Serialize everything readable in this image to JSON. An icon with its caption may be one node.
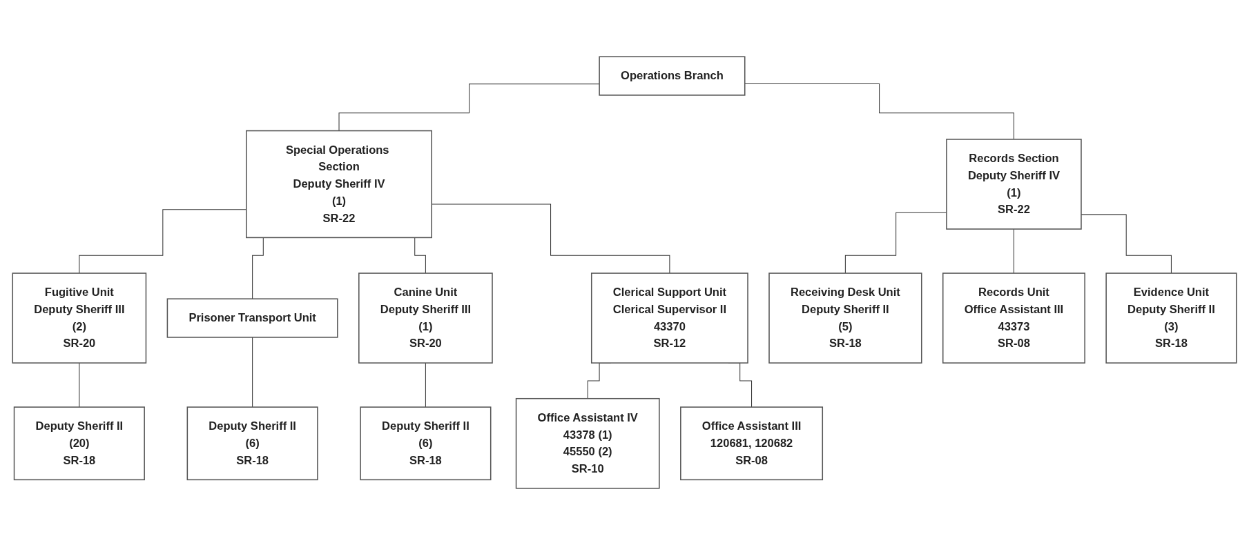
{
  "diagram": {
    "nodes": [
      {
        "text": [
          "Operations Branch"
        ]
      },
      {
        "text": [
          "Special Operations Section",
          "Deputy Sheriff IV",
          "(1)",
          "SR-22"
        ]
      },
      {
        "text": [
          "Records Section",
          "Deputy Sheriff IV",
          "(1)",
          "SR-22"
        ]
      },
      {
        "text": [
          "Fugitive Unit",
          "Deputy Sheriff III",
          "(2)",
          "SR-20"
        ]
      },
      {
        "text": [
          "Prisoner Transport Unit"
        ]
      },
      {
        "text": [
          "Canine Unit",
          "Deputy Sheriff III",
          "(1)",
          "SR-20"
        ]
      },
      {
        "text": [
          "Clerical Support Unit",
          "Clerical Supervisor II",
          "43370",
          "SR-12"
        ]
      },
      {
        "text": [
          "Deputy Sheriff II",
          "(20)",
          "SR-18"
        ]
      },
      {
        "text": [
          "Deputy Sheriff II",
          "(6)",
          "SR-18"
        ]
      },
      {
        "text": [
          "Deputy Sheriff II",
          "(6)",
          "SR-18"
        ]
      },
      {
        "text": [
          "Office Assistant IV",
          "43378 (1)",
          "45550 (2)",
          "SR-10"
        ]
      },
      {
        "text": [
          "Office Assistant III",
          "120681, 120682",
          "SR-08"
        ]
      },
      {
        "text": [
          "Receiving Desk Unit",
          "Deputy Sheriff II",
          "(5)",
          "SR-18"
        ]
      },
      {
        "text": [
          "Records Unit",
          "Office Assistant III",
          "43373",
          "SR-08"
        ]
      },
      {
        "text": [
          "Evidence Unit",
          "Deputy Sheriff II",
          "(3)",
          "SR-18"
        ]
      }
    ],
    "edges": [
      {
        "from": 0,
        "to": 1,
        "arrow": "none"
      },
      {
        "from": 0,
        "to": 2,
        "arrow": "none"
      },
      {
        "from": 1,
        "to": 3,
        "arrow": "none"
      },
      {
        "from": 1,
        "to": 4,
        "arrow": "none"
      },
      {
        "from": 1,
        "to": 5,
        "arrow": "none"
      },
      {
        "from": 1,
        "to": 6,
        "arrow": "none"
      },
      {
        "from": 3,
        "to": 7,
        "arrow": "none"
      },
      {
        "from": 4,
        "to": 8,
        "arrow": "none"
      },
      {
        "from": 5,
        "to": 9,
        "arrow": "none"
      },
      {
        "from": 6,
        "to": 10,
        "arrow": "none"
      },
      {
        "from": 6,
        "to": 11,
        "arrow": "none"
      },
      {
        "from": 2,
        "to": 12,
        "arrow": "none"
      },
      {
        "from": 2,
        "to": 13,
        "arrow": "none"
      },
      {
        "from": 2,
        "to": 14,
        "arrow": "none"
      }
    ]
  }
}
